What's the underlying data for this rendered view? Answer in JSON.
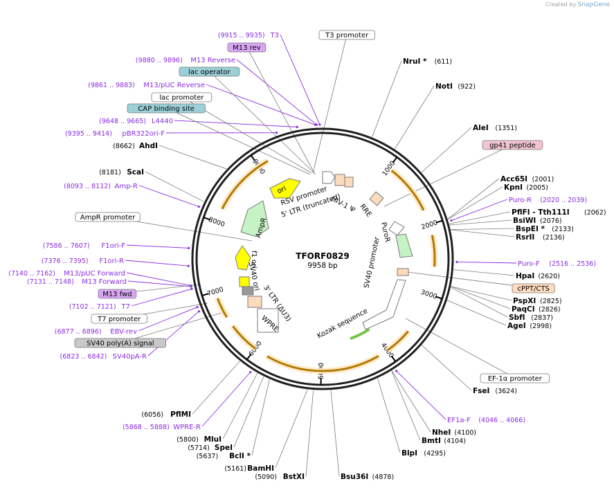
{
  "credit": {
    "prefix": "Created by",
    "brand": "SnapGene"
  },
  "plasmid": {
    "name": "TFORF0829",
    "size_text": "9958 bp",
    "length": 9958
  },
  "colors": {
    "backbone": "#1e1e1e",
    "primer": "#8a2be2",
    "enzyme_text": "#000000",
    "leader": "#7a7a7a",
    "cds_orange": "#f5a623",
    "origin_yellow": "#ffff00",
    "promoter_white": "#ffffff",
    "puro_green": "#c6f3c6",
    "ltr_peach": "#fddcbe",
    "box_blue": "#9bd0d8",
    "box_purple": "#d9a6f5",
    "box_pink": "#f2c4d0",
    "box_gray": "#c8c8c8"
  },
  "ticks": [
    {
      "pos": 1000,
      "label": "1000"
    },
    {
      "pos": 2000,
      "label": "2000"
    },
    {
      "pos": 3000,
      "label": "3000"
    },
    {
      "pos": 4000,
      "label": "4000"
    },
    {
      "pos": 5000,
      "label": "5000"
    },
    {
      "pos": 6000,
      "label": "6000"
    },
    {
      "pos": 7000,
      "label": "7000"
    },
    {
      "pos": 8000,
      "label": "8000"
    },
    {
      "pos": 9000,
      "label": "9000"
    }
  ],
  "enzymes": [
    {
      "name": "NruI *",
      "pos_label": "(611)",
      "pos": 611
    },
    {
      "name": "NotI",
      "pos_label": "(922)",
      "pos": 922
    },
    {
      "name": "AleI",
      "pos_label": "(1351)",
      "pos": 1351
    },
    {
      "name": "Acc65I",
      "pos_label": "(2001)",
      "pos": 2001
    },
    {
      "name": "KpnI",
      "pos_label": "(2005)",
      "pos": 2005
    },
    {
      "name": "PflFI - Tth111I",
      "pos_label": "(2062)",
      "pos": 2062
    },
    {
      "name": "BsiWI",
      "pos_label": "(2076)",
      "pos": 2076
    },
    {
      "name": "BspEI *",
      "pos_label": "(2133)",
      "pos": 2133
    },
    {
      "name": "RsrII",
      "pos_label": "(2136)",
      "pos": 2136
    },
    {
      "name": "HpaI",
      "pos_label": "(2620)",
      "pos": 2620
    },
    {
      "name": "PspXI",
      "pos_label": "(2825)",
      "pos": 2825
    },
    {
      "name": "PaqCI",
      "pos_label": "(2826)",
      "pos": 2826
    },
    {
      "name": "SbfI",
      "pos_label": "(2837)",
      "pos": 2837
    },
    {
      "name": "AgeI",
      "pos_label": "(2998)",
      "pos": 2998
    },
    {
      "name": "FseI",
      "pos_label": "(3624)",
      "pos": 3624
    },
    {
      "name": "NheI",
      "pos_label": "(4100)",
      "pos": 4100
    },
    {
      "name": "BmtI",
      "pos_label": "(4104)",
      "pos": 4104
    },
    {
      "name": "BlpI",
      "pos_label": "(4295)",
      "pos": 4295
    },
    {
      "name": "Bsu36I",
      "pos_label": "(4878)",
      "pos": 4878
    },
    {
      "name": "BstXI",
      "pos_label": "(5090)",
      "pos": 5090
    },
    {
      "name": "BamHI",
      "pos_label": "(5161)",
      "pos": 5161
    },
    {
      "name": "BclI *",
      "pos_label": "(5637)",
      "pos": 5637
    },
    {
      "name": "SpeI",
      "pos_label": "(5714)",
      "pos": 5714
    },
    {
      "name": "MluI",
      "pos_label": "(5800)",
      "pos": 5800
    },
    {
      "name": "PflMI",
      "pos_label": "(6056)",
      "pos": 6056
    },
    {
      "name": "ScaI",
      "pos_label": "(8181)",
      "pos": 8181
    },
    {
      "name": "AhdI",
      "pos_label": "(8662)",
      "pos": 8662
    }
  ],
  "primers": [
    {
      "name": "T3",
      "range": "(9915 .. 9935)",
      "pos": 9925
    },
    {
      "name": "M13 Reverse",
      "range": "(9880 .. 9896)",
      "pos": 9888
    },
    {
      "name": "M13/pUC Reverse",
      "range": "(9861 .. 9883)",
      "pos": 9872
    },
    {
      "name": "L4440",
      "range": "(9648 .. 9665)",
      "pos": 9656
    },
    {
      "name": "pBR322ori-F",
      "range": "(9395 .. 9414)",
      "pos": 9404
    },
    {
      "name": "Amp-R",
      "range": "(8093 .. 8112)",
      "pos": 8102
    },
    {
      "name": "F1ori-F",
      "range": "(7586 .. 7607)",
      "pos": 7596
    },
    {
      "name": "F1ori-R",
      "range": "(7376 .. 7395)",
      "pos": 7385
    },
    {
      "name": "M13/pUC Forward",
      "range": "(7140 .. 7162)",
      "pos": 7151
    },
    {
      "name": "M13 Forward",
      "range": "(7131 .. 7148)",
      "pos": 7140
    },
    {
      "name": "T7",
      "range": "(7102 .. 7121)",
      "pos": 7111
    },
    {
      "name": "EBV-rev",
      "range": "(6877 .. 6896)",
      "pos": 6886
    },
    {
      "name": "SV40pA-R",
      "range": "(6823 .. 6842)",
      "pos": 6832
    },
    {
      "name": "WPRE-R",
      "range": "(5868 .. 5888)",
      "pos": 5878
    },
    {
      "name": "EF1a-F",
      "range": "(4046 .. 4066)",
      "pos": 4056
    },
    {
      "name": "Puro-R",
      "range": "(2020 .. 2039)",
      "pos": 2030
    },
    {
      "name": "Puro-F",
      "range": "(2516 .. 2536)",
      "pos": 2526
    }
  ],
  "boxed_features": [
    {
      "label": "T3 promoter",
      "style": "white"
    },
    {
      "label": "M13 rev",
      "style": "purple"
    },
    {
      "label": "lac operator",
      "style": "blue"
    },
    {
      "label": "lac promoter",
      "style": "white"
    },
    {
      "label": "CAP binding site",
      "style": "blue"
    },
    {
      "label": "gp41 peptide",
      "style": "pink"
    },
    {
      "label": "cPPT/CTS",
      "style": "peach"
    },
    {
      "label": "EF-1α promoter",
      "style": "white"
    },
    {
      "label": "AmpR promoter",
      "style": "white"
    },
    {
      "label": "M13 fwd",
      "style": "purple"
    },
    {
      "label": "T7 promoter",
      "style": "white"
    },
    {
      "label": "SV40 poly(A) signal",
      "style": "gray"
    }
  ],
  "inner_labels": [
    {
      "text": "RSV promoter"
    },
    {
      "text": "5' LTR (truncated)"
    },
    {
      "text": "HIV-1 Ψ"
    },
    {
      "text": "RRE"
    },
    {
      "text": "PuroR"
    },
    {
      "text": "SV40 promoter"
    },
    {
      "text": "Kozak sequence"
    },
    {
      "text": "WPRE"
    },
    {
      "text": "3' LTR (ΔU3)"
    },
    {
      "text": "SV40 ori"
    },
    {
      "text": "f1 ori"
    },
    {
      "text": "AmpR"
    },
    {
      "text": "ori"
    }
  ]
}
